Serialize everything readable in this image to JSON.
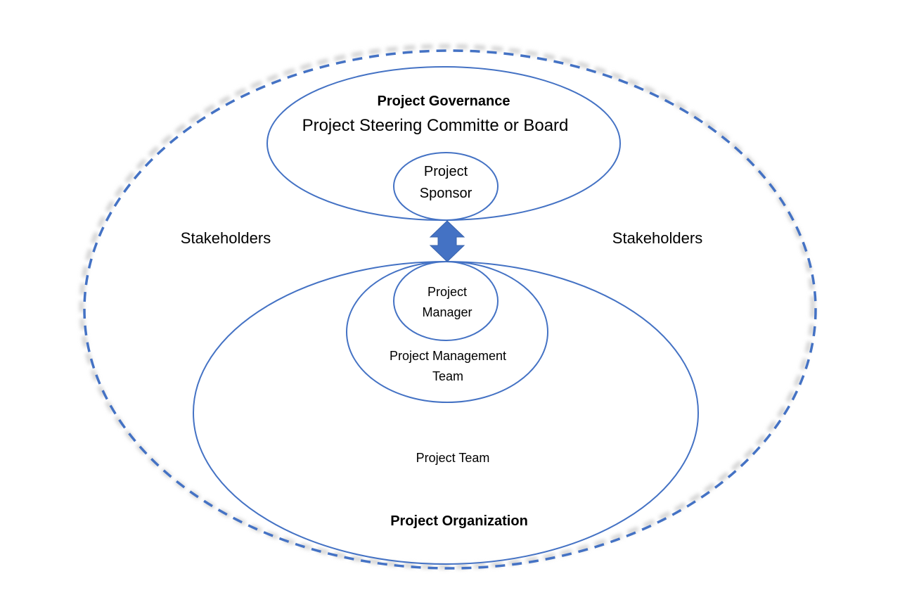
{
  "colors": {
    "line": "#4472C4",
    "arrow_fill": "#4472C4",
    "shadow": "#cfcfcf"
  },
  "governance": {
    "title": "Project Governance",
    "subtitle": "Project Steering Committe or Board"
  },
  "sponsor": {
    "line1": "Project",
    "line2": "Sponsor"
  },
  "stakeholders": {
    "left": "Stakeholders",
    "right": "Stakeholders"
  },
  "manager": {
    "line1": "Project",
    "line2": "Manager"
  },
  "management_team": {
    "line1": "Project Management",
    "line2": "Team"
  },
  "project_team": {
    "label": "Project Team"
  },
  "organization": {
    "title": "Project Organization"
  }
}
